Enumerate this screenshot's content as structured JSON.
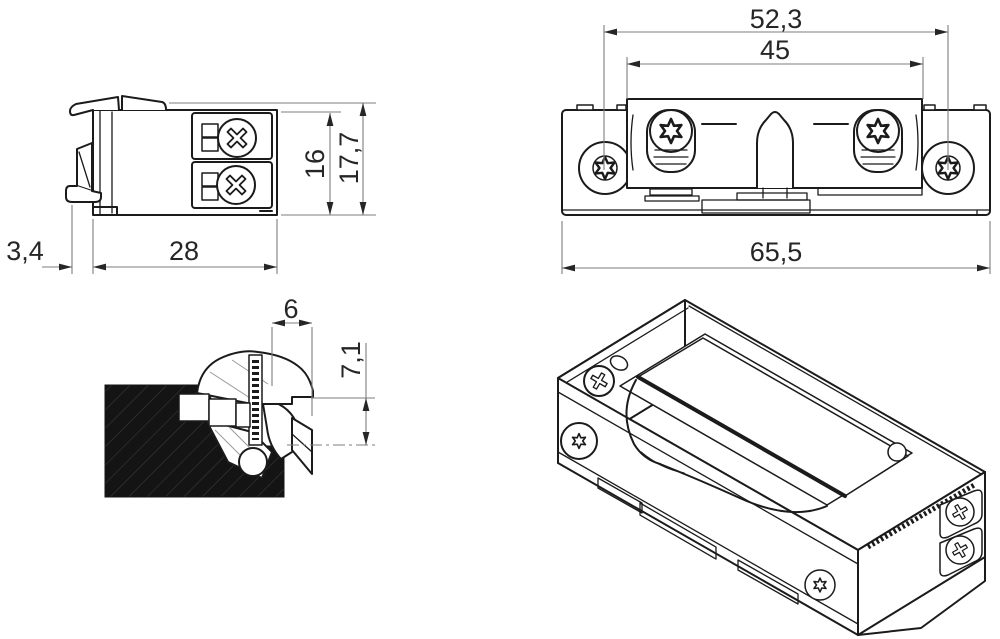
{
  "drawing": {
    "background": "#ffffff",
    "colors": {
      "object_line": "#1b1b1b",
      "dimension_line": "#7d7d7d",
      "text": "#262626",
      "section_fill": "#141414"
    },
    "views": {
      "side": {
        "dims": {
          "latch_offset": "3,4",
          "body_depth": "28",
          "inner_height": "16",
          "overall_height": "17,7"
        }
      },
      "plan": {
        "dims": {
          "screw_spacing": "52,3",
          "body_length": "45",
          "overall_length": "65,5"
        }
      },
      "section": {
        "dims": {
          "lip_width": "6",
          "lip_depth": "7,1"
        }
      }
    }
  }
}
